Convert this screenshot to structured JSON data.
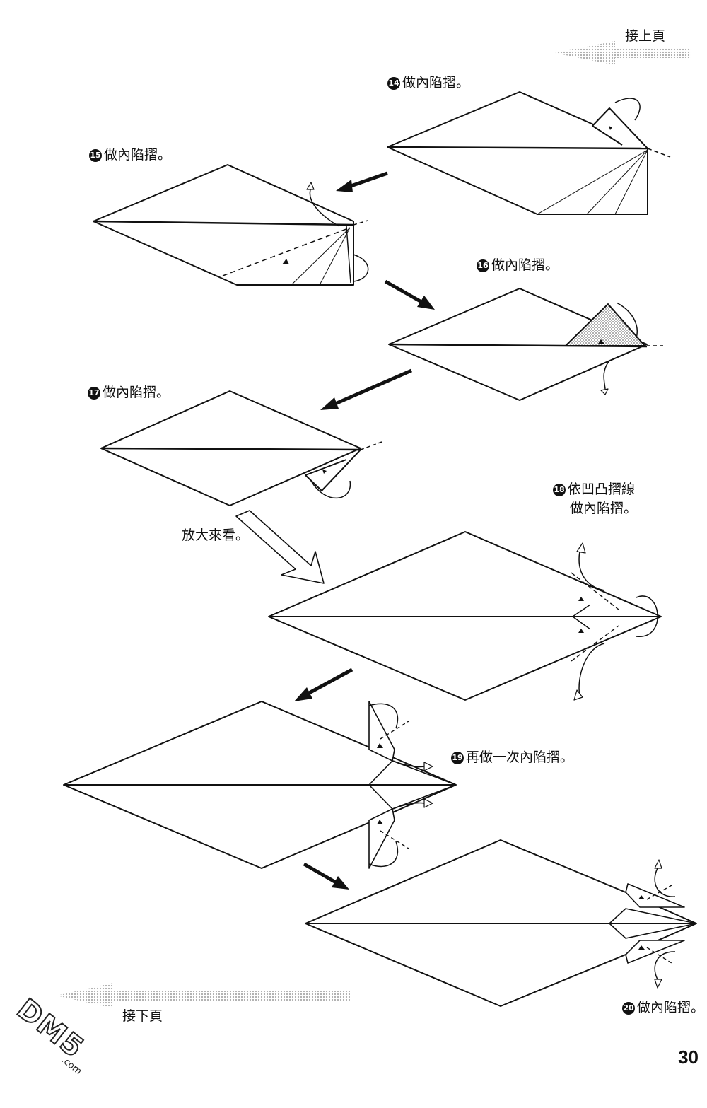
{
  "nav": {
    "continued_from": "接上頁",
    "continued_to": "接下頁"
  },
  "steps": [
    {
      "num": "14",
      "text": "做內陷摺。"
    },
    {
      "num": "15",
      "text": "做內陷摺。"
    },
    {
      "num": "16",
      "text": "做內陷摺。"
    },
    {
      "num": "17",
      "text": "做內陷摺。"
    },
    {
      "num": "18",
      "text_line1": "依凹凸摺線",
      "text_line2": "做內陷摺。"
    },
    {
      "num": "19",
      "text": "再做一次內陷摺。"
    },
    {
      "num": "20",
      "text": "做內陷摺。"
    }
  ],
  "zoom_note": "放大來看。",
  "page_number": "30",
  "watermark": {
    "logo": "DM5",
    "site": ".com"
  },
  "colors": {
    "line": "#111111",
    "fold_shade": "#9a9a9a",
    "nav_arrow": "#bdbdbd"
  }
}
